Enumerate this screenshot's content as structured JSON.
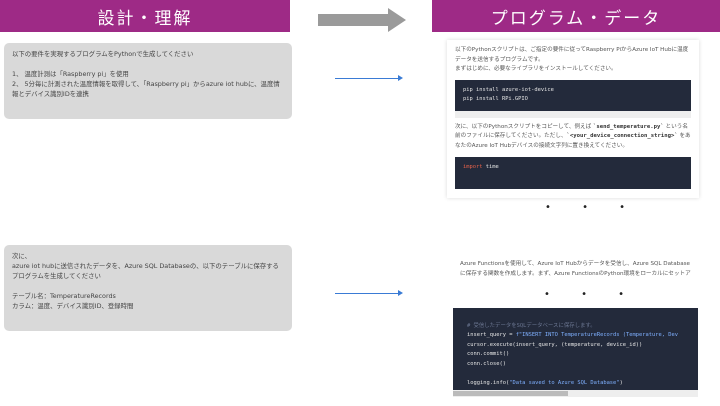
{
  "left_header": "設計・理解",
  "right_header": "プログラム・データ",
  "colors": {
    "header": "#9e2a86",
    "arrow": "#3a7bd5",
    "code_bg": "#232a3b"
  },
  "prompt1": "以下の要件を実現するプログラムをPythonで生成してください\n\n1、 温度計測は「Raspberry pi」を使用\n2、 5分毎に計測された温度情報を取得して、「Raspberry pi」からazure iot hubに、温度情報とデバイス識別IDを連携",
  "prompt2": "次に、\nazure iot hubに送信されたデータを、Azure SQL Databaseの、以下のテーブルに保存するプログラムを生成してください\n\nテーブル名：TemperatureRecords\nカラム：温度、デバイス識別ID、登録時間",
  "response1": {
    "intro": "以下のPythonスクリプトは、ご指定の要件に従ってRaspberry PiからAzure IoT Hubに温度データを送信するプログラムです。\nまずはじめに、必要なライブラリをインストールしてください。",
    "code1": [
      "pip install azure-iot-device",
      "pip install RPi.GPIO"
    ],
    "text2_a": "次に、以下のPythonスクリプトをコピーして、例えば ",
    "text2_file": "`send_temperature.py`",
    "text2_b": " という名前のファイルに保存してください。ただし、",
    "text2_conn": "`<your_device_connection_string>`",
    "text2_c": " をあなたのAzure IoT Hubデバイスの接続文字列に置き換えてください。",
    "code2_kw": "import",
    "code2_rest": " time"
  },
  "ellipsis": "• • •",
  "response2": {
    "intro": "Azure Functionsを使用して、Azure IoT Hubからデータを受信し、Azure SQL Databaseに保存する関数を作成します。まず、Azure FunctionsのPython環境をローカルにセットア",
    "comment": "# 受信したデータをSQLデータベースに保存します。",
    "l1a": "insert_query = ",
    "l1b": "f\"INSERT INTO TemperatureRecords (Temperature, Dev",
    "l2": "cursor.execute(insert_query, (temperature, device_id))",
    "l3": "conn.commit()",
    "l4": "conn.close()",
    "l5a": "logging.info(",
    "l5b": "\"Data saved to Azure SQL Database\"",
    "l5c": ")"
  }
}
